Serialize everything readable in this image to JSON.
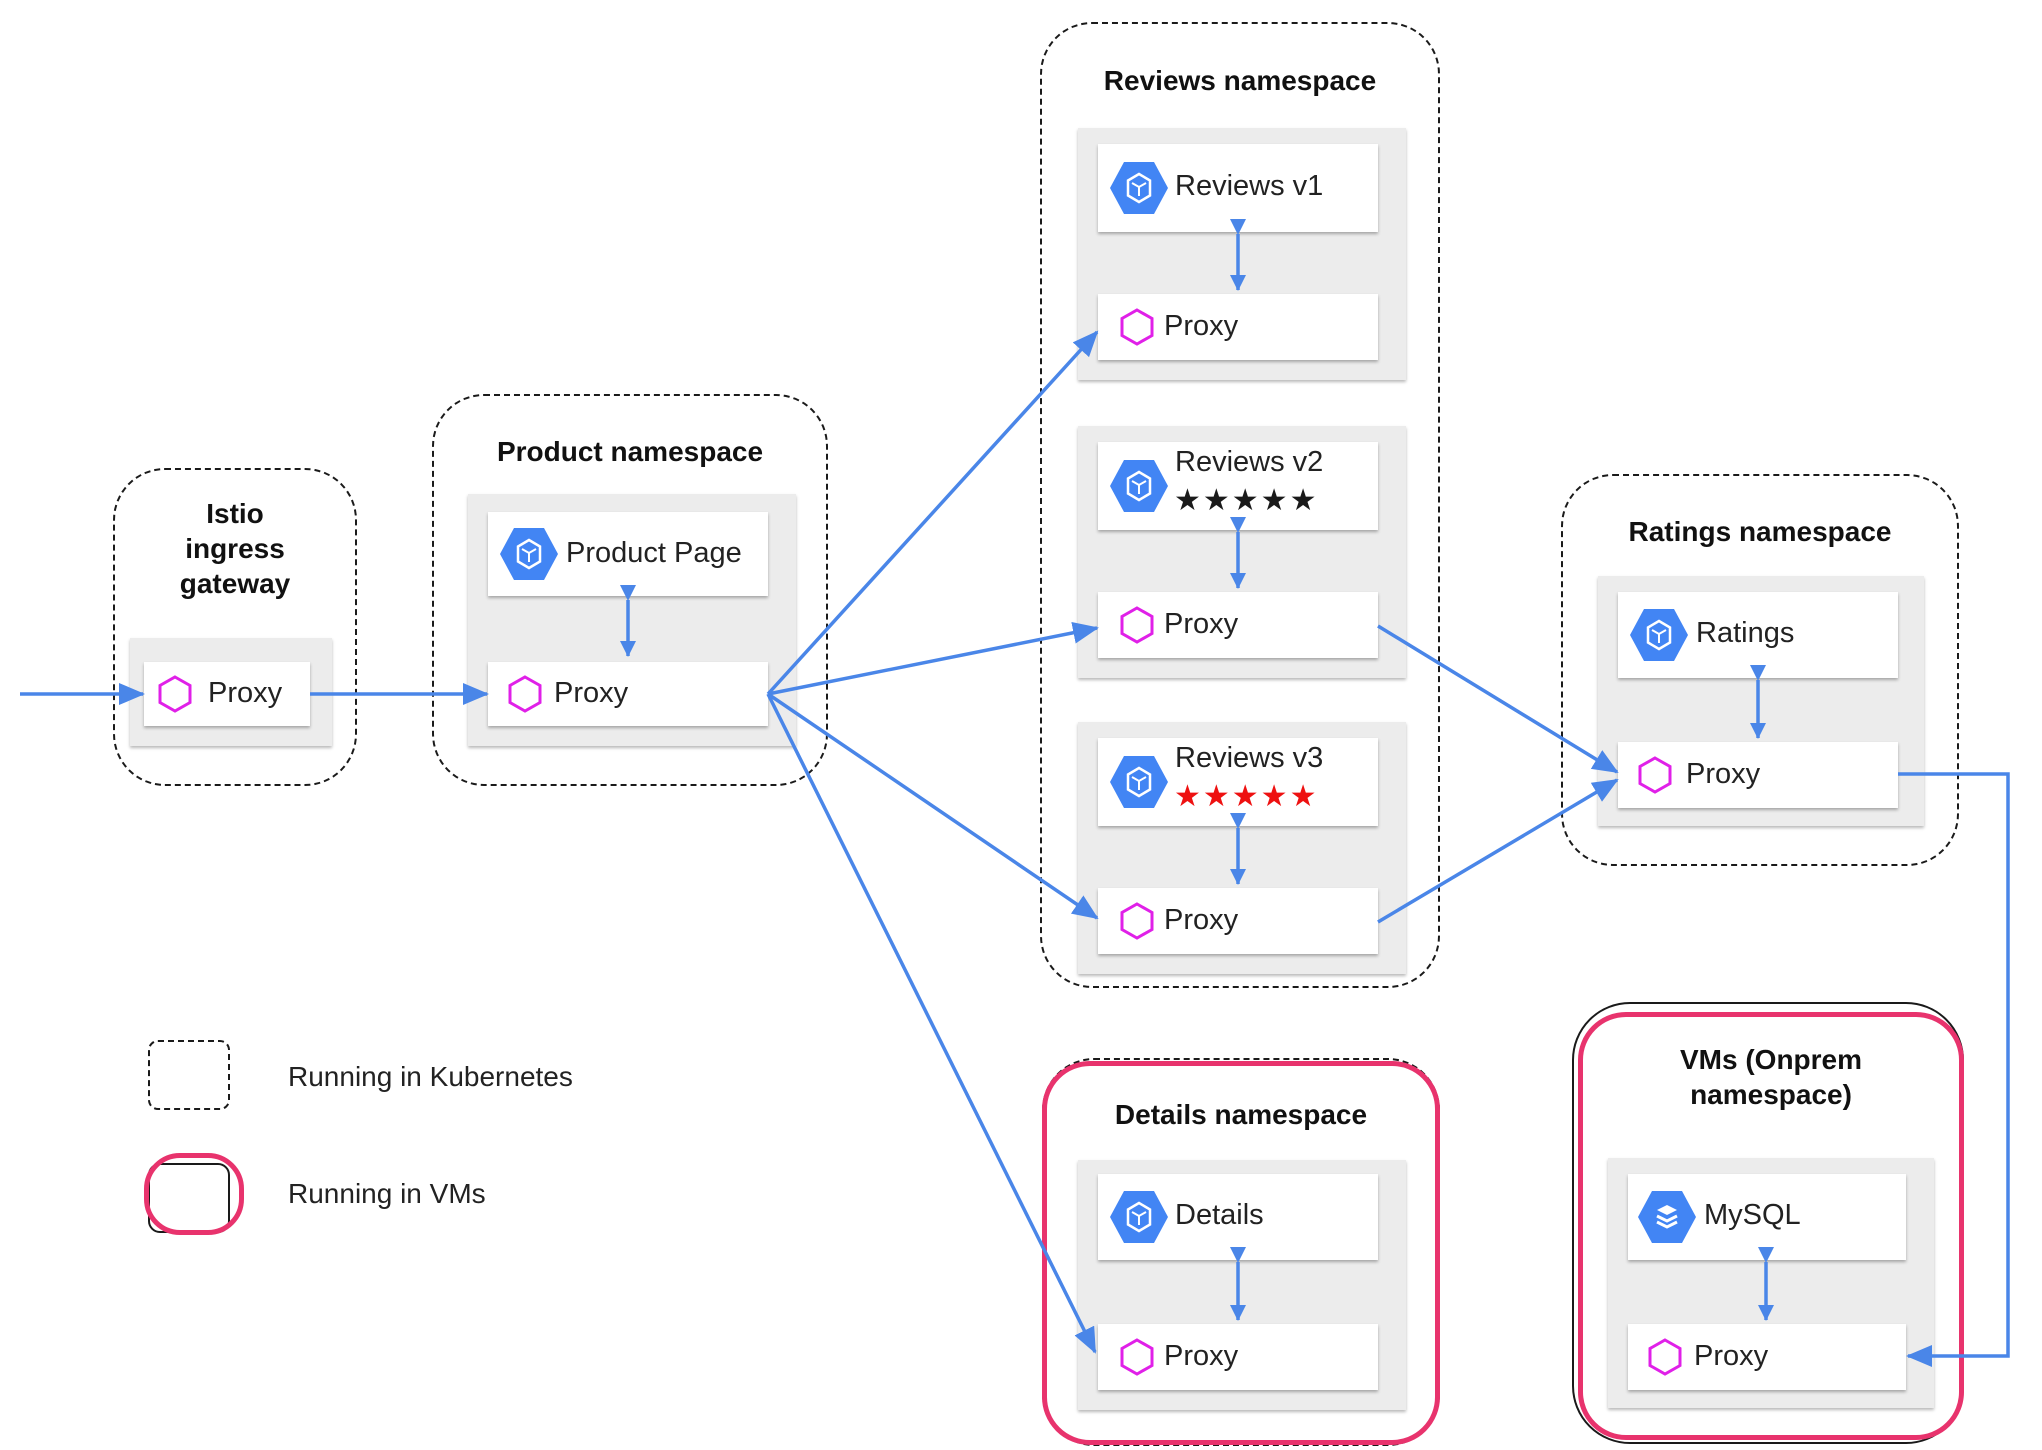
{
  "colors": {
    "arrow": "#4a86e8",
    "proxy_icon": "#e020e8",
    "service_icon": "#4285f4",
    "vm_border": "#e8336d",
    "star_black": "#1a1a1a",
    "star_red": "#ee1111"
  },
  "namespaces": {
    "istio": {
      "title_lines": [
        "Istio",
        "ingress",
        "gateway"
      ],
      "proxy_label": "Proxy"
    },
    "product": {
      "title": "Product namespace",
      "service_label": "Product Page",
      "proxy_label": "Proxy"
    },
    "reviews": {
      "title": "Reviews namespace",
      "pods": [
        {
          "service_label": "Reviews v1",
          "stars": "",
          "star_color": "",
          "proxy_label": "Proxy"
        },
        {
          "service_label": "Reviews v2",
          "stars": "★★★★★",
          "star_color": "black",
          "proxy_label": "Proxy"
        },
        {
          "service_label": "Reviews v3",
          "stars": "★★★★★",
          "star_color": "red",
          "proxy_label": "Proxy"
        }
      ]
    },
    "ratings": {
      "title": "Ratings  namespace",
      "service_label": "Ratings",
      "proxy_label": "Proxy"
    },
    "details": {
      "title": "Details namespace",
      "service_label": "Details",
      "proxy_label": "Proxy"
    },
    "vms": {
      "title_lines": [
        "VMs (Onprem",
        "namespace)"
      ],
      "service_label": "MySQL",
      "proxy_label": "Proxy"
    }
  },
  "icons": {
    "service": "kubernetes-cube-hexagon-icon",
    "database": "database-stack-hexagon-icon",
    "proxy": "proxy-hexagon-outline-icon"
  },
  "legend": {
    "kubernetes_label": "Running in Kubernetes",
    "vms_label": "Running in VMs"
  }
}
